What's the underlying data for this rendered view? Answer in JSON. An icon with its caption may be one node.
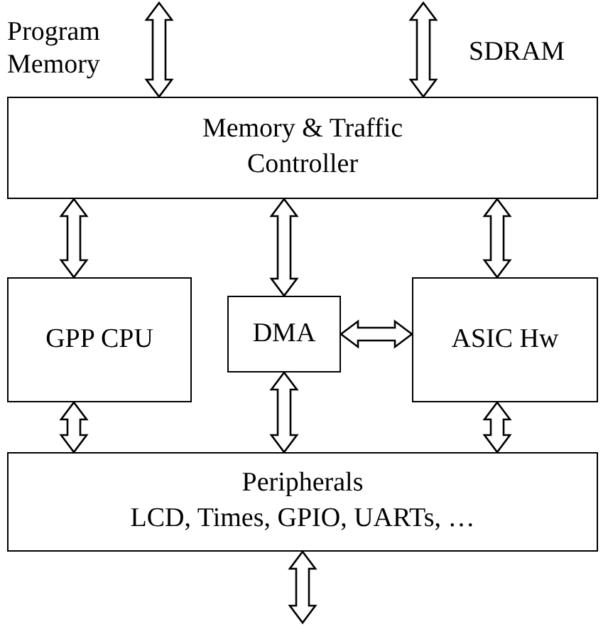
{
  "diagram": {
    "nodes": [
      {
        "text": [
          "Memory & Traffic Controller"
        ]
      },
      {
        "text": [
          "GPP CPU"
        ]
      },
      {
        "text": [
          "DMA"
        ]
      },
      {
        "text": [
          "ASIC Hw"
        ]
      },
      {
        "text": [
          "Peripherals",
          "LCD, Times, GPIO, UARTs, …"
        ]
      }
    ],
    "edges": [
      {
        "from": null,
        "to": 0,
        "arrow": "both"
      },
      {
        "from": null,
        "to": 0,
        "arrow": "both"
      },
      {
        "from": 0,
        "to": 1,
        "arrow": "both"
      },
      {
        "from": 0,
        "to": 2,
        "arrow": "both"
      },
      {
        "from": 0,
        "to": 3,
        "arrow": "both"
      },
      {
        "from": 2,
        "to": 3,
        "arrow": "both"
      },
      {
        "from": 1,
        "to": 4,
        "arrow": "both"
      },
      {
        "from": 2,
        "to": 4,
        "arrow": "both"
      },
      {
        "from": 3,
        "to": 4,
        "arrow": "both"
      },
      {
        "from": 4,
        "to": null,
        "arrow": "both"
      }
    ],
    "labels": [
      "Program Memory",
      "SDRAM"
    ]
  }
}
